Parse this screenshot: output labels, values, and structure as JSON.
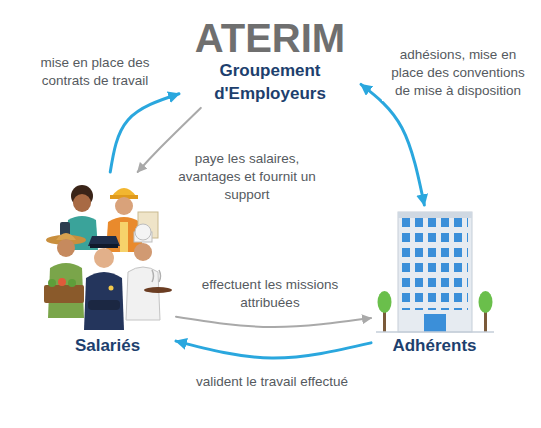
{
  "diagram": {
    "nodes": [
      {
        "text": [
          "ATERIM",
          "Groupement d'Employeurs"
        ]
      },
      {
        "text": [
          "Salariés"
        ]
      },
      {
        "text": [
          "Adhérents"
        ]
      }
    ],
    "edges": [
      {
        "from": 1,
        "to": 0,
        "arrow": "to",
        "label": "mise en place des contrats de travail"
      },
      {
        "from": 0,
        "to": 1,
        "arrow": "to",
        "label": "paye les salaires, avantages et fournit un support"
      },
      {
        "from": 0,
        "to": 2,
        "arrow": "both",
        "label": "adhésions, mise en place des conventions de mise à disposition"
      },
      {
        "from": 1,
        "to": 2,
        "arrow": "to",
        "label": "effectuent les missions attribuées"
      },
      {
        "from": 2,
        "to": 1,
        "arrow": "to",
        "label": "valident le travail effectué"
      }
    ]
  }
}
